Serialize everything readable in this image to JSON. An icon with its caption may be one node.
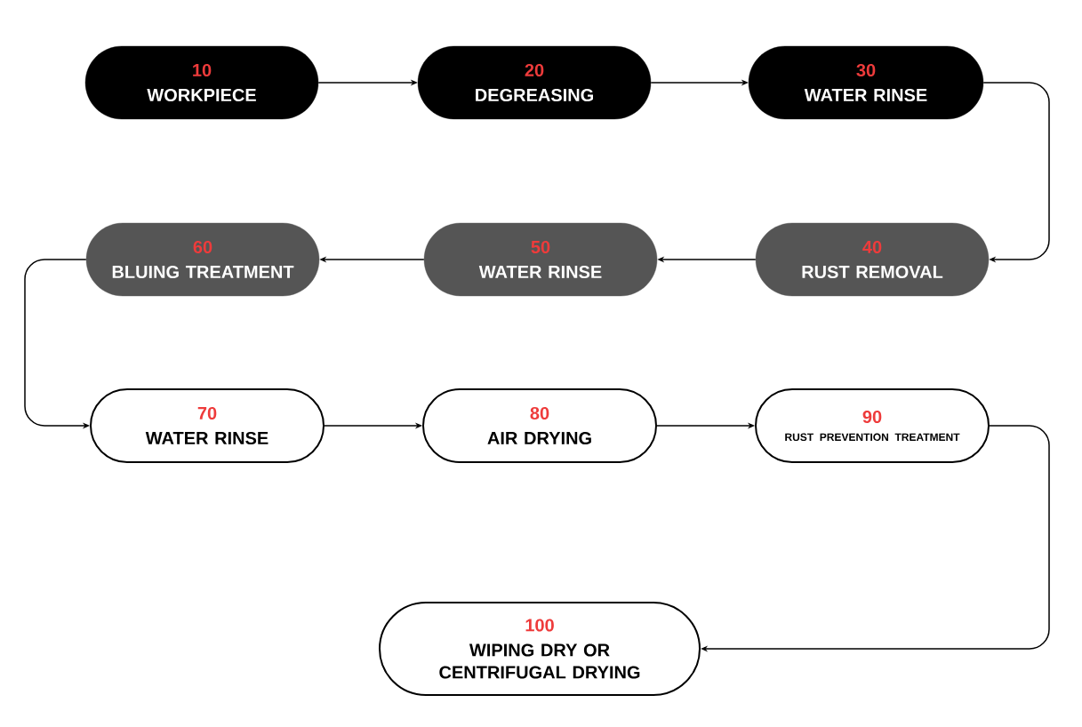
{
  "diagram": {
    "nodes": [
      {
        "text": [
          "10",
          "WORKPIECE"
        ]
      },
      {
        "text": [
          "20",
          "DEGREASING"
        ]
      },
      {
        "text": [
          "30",
          "WATER RINSE"
        ]
      },
      {
        "text": [
          "40",
          "RUST REMOVAL"
        ]
      },
      {
        "text": [
          "50",
          "WATER RINSE"
        ]
      },
      {
        "text": [
          "60",
          "BLUING TREATMENT"
        ]
      },
      {
        "text": [
          "70",
          "WATER RINSE"
        ]
      },
      {
        "text": [
          "80",
          "AIR DRYING"
        ]
      },
      {
        "text": [
          "90",
          "RUST PREVENTION TREATMENT"
        ]
      },
      {
        "text": [
          "100",
          "WIPING DRY OR CENTRIFUGAL DRYING"
        ]
      }
    ],
    "edges": [
      {
        "from": 0,
        "to": 1,
        "arrow": "to"
      },
      {
        "from": 1,
        "to": 2,
        "arrow": "to"
      },
      {
        "from": 2,
        "to": 3,
        "arrow": "to"
      },
      {
        "from": 3,
        "to": 4,
        "arrow": "to"
      },
      {
        "from": 4,
        "to": 5,
        "arrow": "to"
      },
      {
        "from": 5,
        "to": 6,
        "arrow": "to"
      },
      {
        "from": 6,
        "to": 7,
        "arrow": "to"
      },
      {
        "from": 7,
        "to": 8,
        "arrow": "to"
      },
      {
        "from": 8,
        "to": 9,
        "arrow": "to"
      }
    ]
  }
}
